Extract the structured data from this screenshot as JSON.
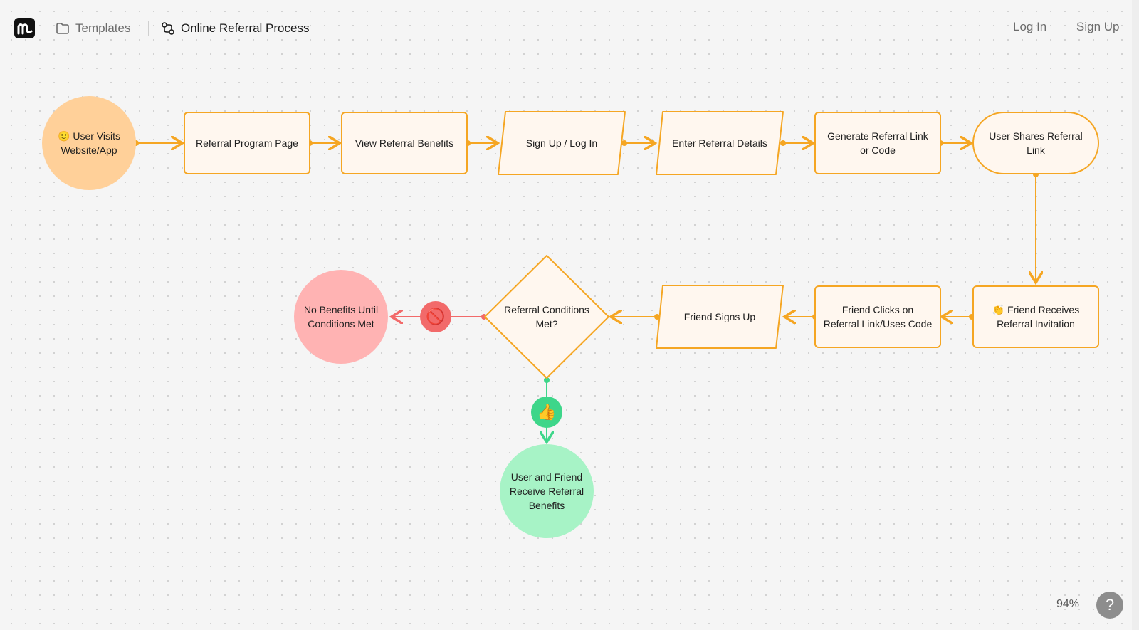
{
  "header": {
    "templates_label": "Templates",
    "page_title": "Online Referral Process",
    "login_label": "Log In",
    "signup_label": "Sign Up"
  },
  "flow": {
    "start": "🙂 User Visits Website/App",
    "step1": "Referral Program Page",
    "step2": "View Referral Benefits",
    "step3": "Sign Up / Log In",
    "step4": "Enter Referral Details",
    "step5": "Generate Referral Link or Code",
    "step6": "User Shares Referral Link",
    "step7": "👏 Friend Receives Referral Invitation",
    "step8": "Friend Clicks on Referral Link/Uses Code",
    "step9": "Friend Signs Up",
    "decision": "Referral Conditions Met?",
    "no_outcome": "No Benefits Until Conditions Met",
    "yes_outcome": "User and Friend Receive Referral Benefits",
    "no_badge": "🚫",
    "yes_badge": "👍"
  },
  "footer": {
    "zoom": "94%",
    "help": "?"
  },
  "colors": {
    "orange": "#f5a623",
    "node_fill": "#fff7ef",
    "start_fill": "#ffd099",
    "no_fill": "#ffb3b3",
    "no_line": "#f26a6a",
    "yes_fill": "#a7f3c6",
    "yes_line": "#3ed68a"
  },
  "icons": {
    "logo": "app-logo-icon",
    "folder": "folder-icon",
    "flow": "flow-icon",
    "help": "question-icon"
  }
}
